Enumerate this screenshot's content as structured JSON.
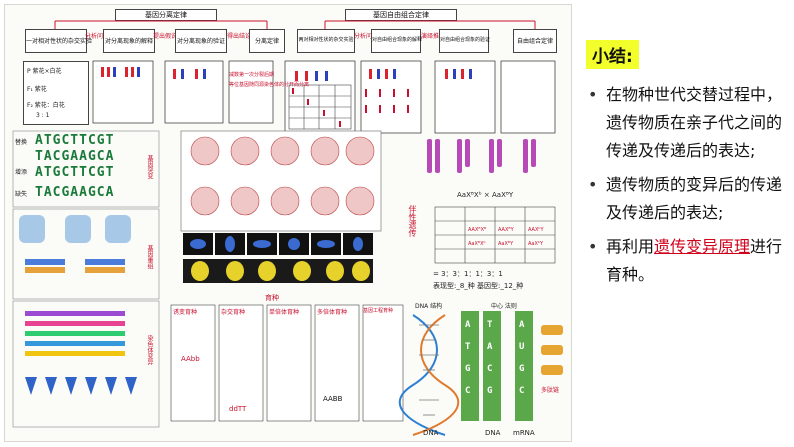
{
  "collage": {
    "title_segregation": "基因分离定律",
    "title_independent": "基因自由组合定律",
    "steps_left": [
      "一对相对性状的杂交实验",
      "对分离现象的解释",
      "对分离现象的验证"
    ],
    "labels_left": [
      "分析问题",
      "提出假说",
      "演绎推理",
      "得出结论",
      "分离定律"
    ],
    "steps_right": [
      "两对相对性状的杂交实验",
      "对自由组合现象的解释",
      "对自由组合现象的验证"
    ],
    "labels_right": [
      "分析问题",
      "提出假说",
      "演绎推理",
      "得出结论",
      "自由组合定律"
    ],
    "cross_P": "P  紫花×白花",
    "cross_F1": "F₁   紫花",
    "cross_F2": "F₂ 紫花：白花",
    "ratio": "3 : 1",
    "dna_rows": [
      "ATGCTTCGT",
      "TACGAAGCA"
    ],
    "dna_row_labels": [
      "替换",
      "增添",
      "缺失"
    ],
    "section_gene_mutation": "基因突变",
    "section_gene_recomb": "基因重组",
    "section_chrom_var": "染色体变异",
    "meiosis_notes": [
      "减数第一次分裂后期",
      "等位基因随同源染色体的分开而分离"
    ],
    "sex_linked_label": "伴性遗传",
    "sex_cross": "AaXᴮXᵇ × AaXᴮY",
    "sex_ratio": "= 3：3：1：1：3：1",
    "sex_phenotypes": "表现型:_8_种  基因型:_12_种",
    "breeding_title": "育种",
    "breeding_types": [
      "诱变育种",
      "杂交育种",
      "单倍体育种",
      "多倍体育种",
      "基因工程育种"
    ],
    "breeding_result": "AAbb",
    "breeding_result2": "ddTT",
    "breeding_result3": "AABB",
    "dogma_titles": [
      "DNA 结构",
      "中心 法则"
    ],
    "dogma_labels": [
      "DNA",
      "DNA",
      "mRNA",
      "多肽链"
    ],
    "dogma_codes": [
      "A T G C",
      "T A C G",
      "A U G C"
    ]
  },
  "summary": {
    "title": "小结:",
    "items": [
      "在物种世代交替过程中，遗传物质在亲子代之间的传递及传递后的表达;",
      "遗传物质的变异后的传递及传递后的表达;"
    ],
    "last_prefix": "再利用",
    "last_highlight": "遗传变异原理",
    "last_suffix": "进行育种。"
  },
  "colors": {
    "highlight_bg": "#f3ff2a",
    "accent_red": "#d0021b"
  }
}
